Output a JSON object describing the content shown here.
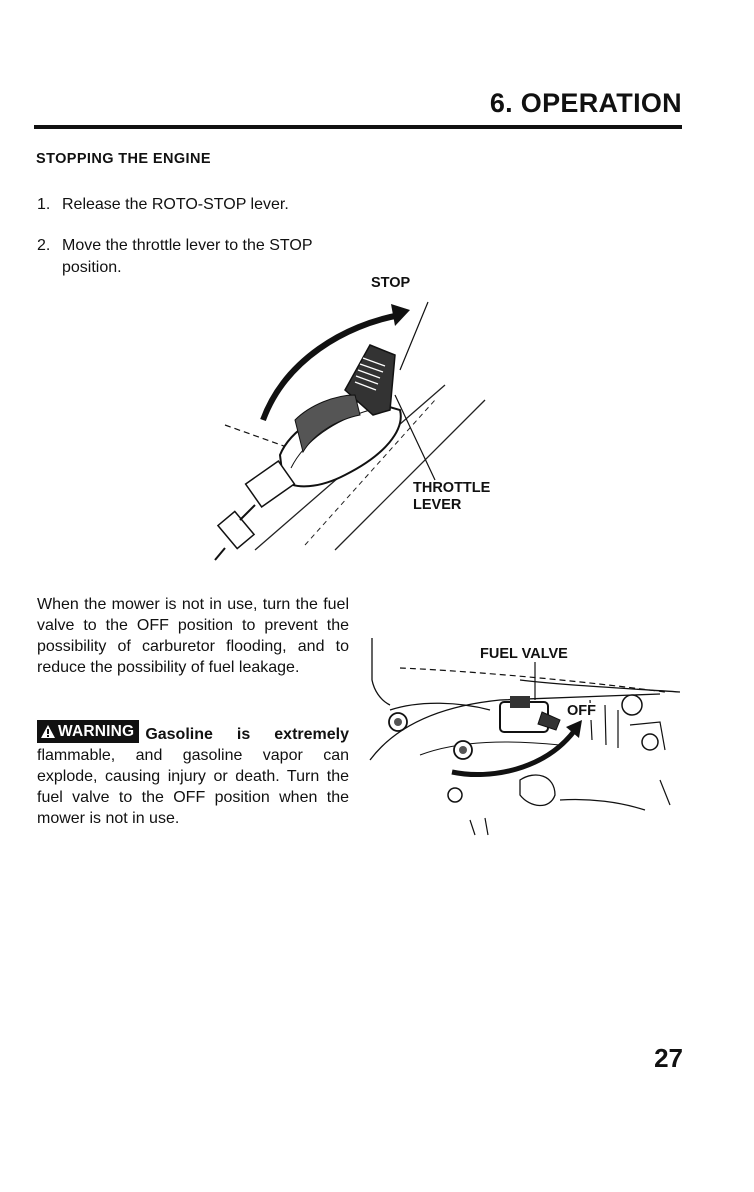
{
  "header": {
    "section_title": "6. OPERATION"
  },
  "section": {
    "heading": "STOPPING THE ENGINE"
  },
  "steps": [
    {
      "number": "1.",
      "text": "Release the ROTO-STOP lever."
    },
    {
      "number": "2.",
      "line1": "Move the throttle lever to the STOP",
      "line2": "position."
    }
  ],
  "figure_throttle": {
    "label_stop": "STOP",
    "label_throttle_line1": "THROTTLE",
    "label_throttle_line2": "LEVER"
  },
  "paragraph": "When the mower is not in use, turn the fuel valve to the OFF position to prevent the possibility of carburetor flooding, and to reduce the possibility of fuel leakage.",
  "warning": {
    "badge": "WARNING",
    "first_words": "Gasoline is extremely",
    "text": "flammable, and gasoline vapor can explode, causing injury or death. Turn the fuel valve to the OFF position when the mower is not in use."
  },
  "figure_fuel": {
    "label_fuel_valve": "FUEL VALVE",
    "label_off": "OFF"
  },
  "page_number": "27"
}
